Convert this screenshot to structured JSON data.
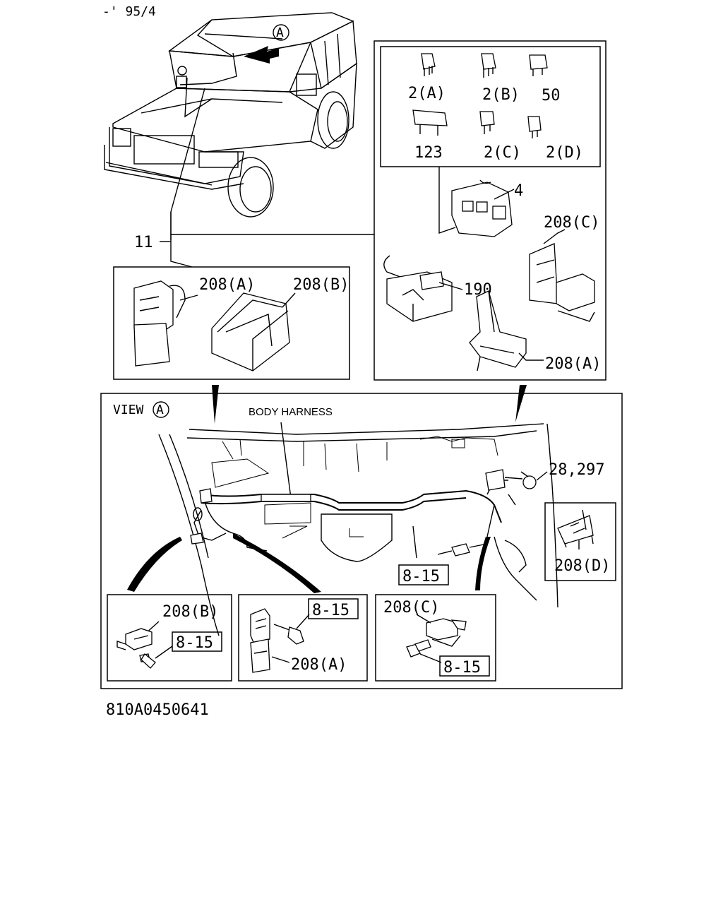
{
  "header": {
    "date_code": "-' 95/4"
  },
  "footer": {
    "drawing_number": "810A0450641"
  },
  "view_marker": "A",
  "view_title": "VIEW",
  "main_label": "11",
  "fuse_box": {
    "parts": [
      "2(A)",
      "2(B)",
      "50",
      "123",
      "2(C)",
      "2(D)"
    ]
  },
  "right_panel": {
    "labels": [
      "4",
      "208(C)",
      "190",
      "208(A)"
    ]
  },
  "left_panel": {
    "labels": [
      "208(A)",
      "208(B)"
    ]
  },
  "view_a": {
    "body_harness": "BODY HARNESS",
    "bolt_ref": "28,297",
    "inset_d_label": "208(D)",
    "ref_box": "8-15"
  },
  "bottom_insets": {
    "b": {
      "part": "208(B)",
      "ref": "8-15"
    },
    "a": {
      "part": "208(A)",
      "ref": "8-15"
    },
    "c": {
      "part": "208(C)",
      "ref": "8-15"
    }
  }
}
